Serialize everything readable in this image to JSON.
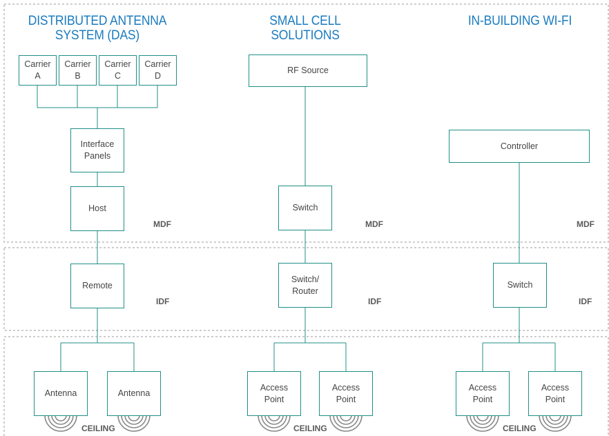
{
  "colors": {
    "heading": "#1a7bbf",
    "box_border": "#1f8f86",
    "connector": "#1f8f86",
    "zone_border": "#9a9a9a",
    "label": "#5a5a5a"
  },
  "columns": {
    "das": {
      "heading": "DISTRIBUTED ANTENNA\nSYSTEM (DAS)",
      "carriers": [
        "Carrier\nA",
        "Carrier\nB",
        "Carrier\nC",
        "Carrier\nD"
      ],
      "interface_panels": "Interface\nPanels",
      "host": "Host",
      "remote": "Remote",
      "antennas": [
        "Antenna",
        "Antenna"
      ]
    },
    "small_cell": {
      "heading": "SMALL CELL\nSOLUTIONS",
      "rf_source": "RF Source",
      "switch": "Switch",
      "switch_router": "Switch/\nRouter",
      "access_points": [
        "Access\nPoint",
        "Access\nPoint"
      ]
    },
    "wifi": {
      "heading": "IN-BUILDING WI-FI",
      "controller": "Controller",
      "switch": "Switch",
      "access_points": [
        "Access\nPoint",
        "Access\nPoint"
      ]
    }
  },
  "zone_labels": {
    "mdf": "MDF",
    "idf": "IDF",
    "ceiling": "CEILING"
  }
}
